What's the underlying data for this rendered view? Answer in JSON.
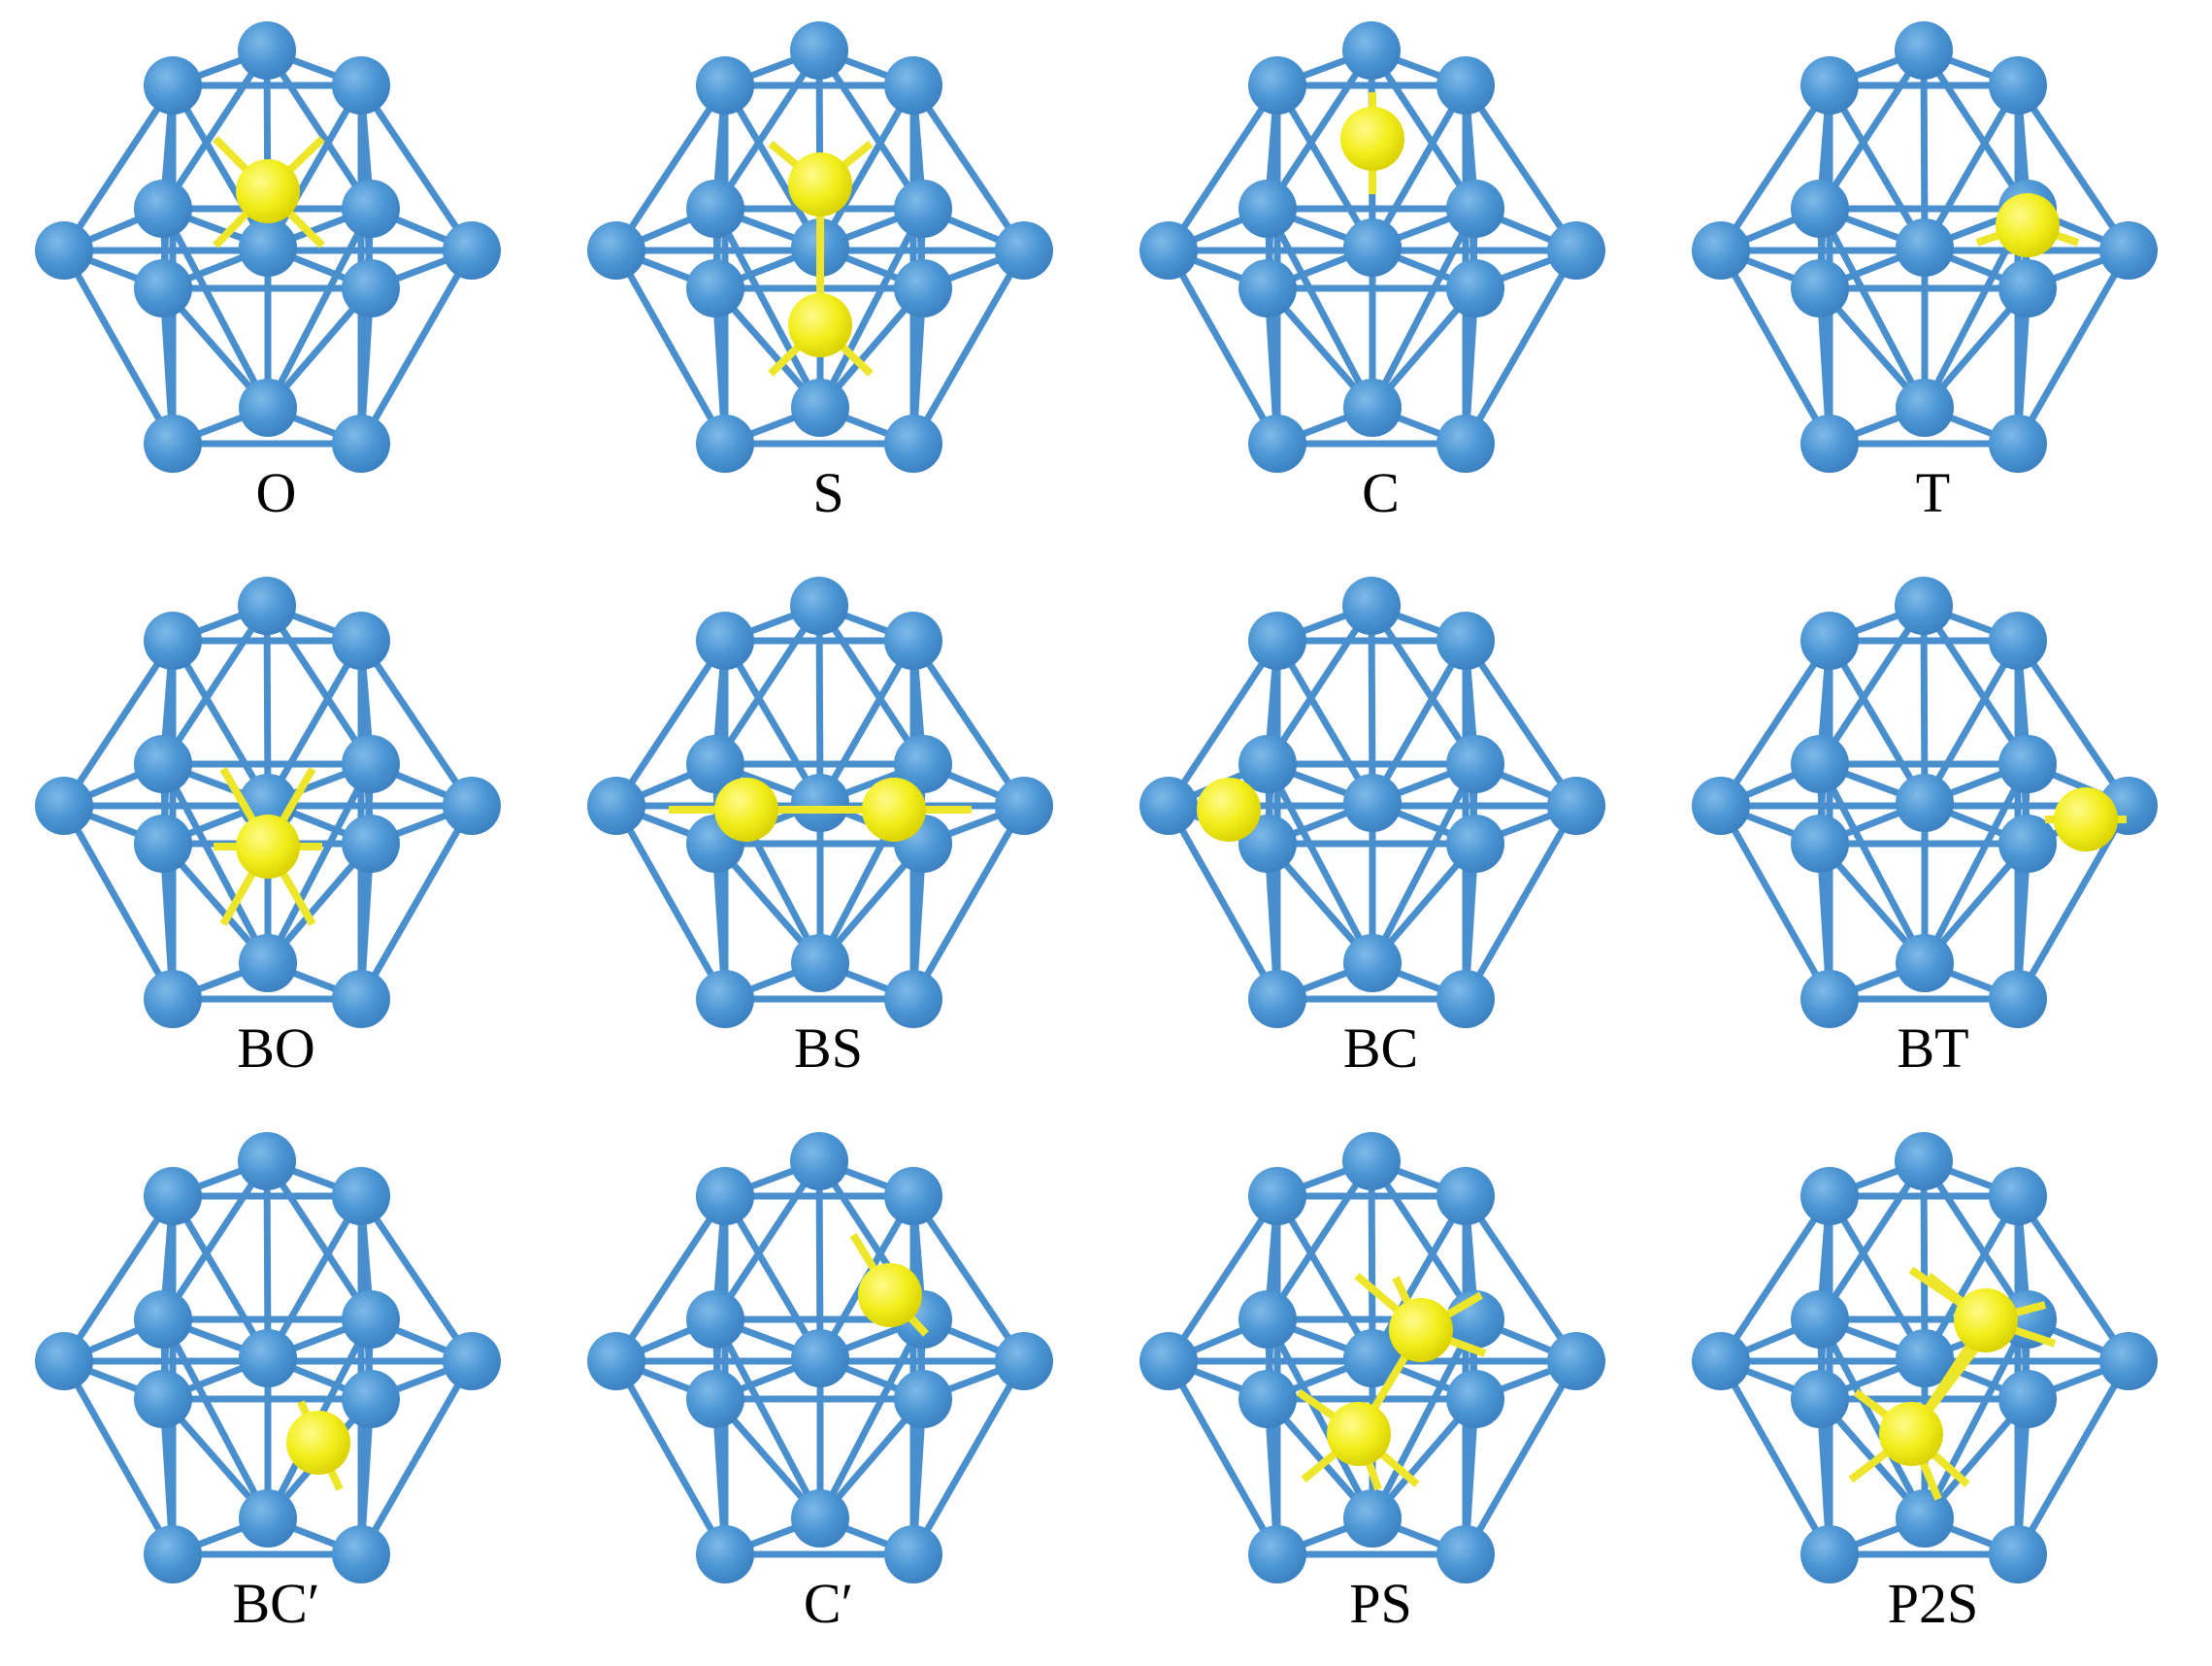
{
  "colors": {
    "host_atom": "#4a95d4",
    "host_bond": "#4a8fcd",
    "defect_atom": "#f2ee1c",
    "defect_bond": "#eee62a",
    "background": "#ffffff"
  },
  "panels": [
    {
      "label": "O",
      "configuration": "O"
    },
    {
      "label": "S",
      "configuration": "S"
    },
    {
      "label": "C",
      "configuration": "C"
    },
    {
      "label": "T",
      "configuration": "T"
    },
    {
      "label": "BO",
      "configuration": "BO"
    },
    {
      "label": "BS",
      "configuration": "BS"
    },
    {
      "label": "BC",
      "configuration": "BC"
    },
    {
      "label": "BT",
      "configuration": "BT"
    },
    {
      "label": "BC′",
      "configuration": "BCp"
    },
    {
      "label": "C′",
      "configuration": "Cp"
    },
    {
      "label": "PS",
      "configuration": "PS"
    },
    {
      "label": "P2S",
      "configuration": "P2S"
    }
  ]
}
